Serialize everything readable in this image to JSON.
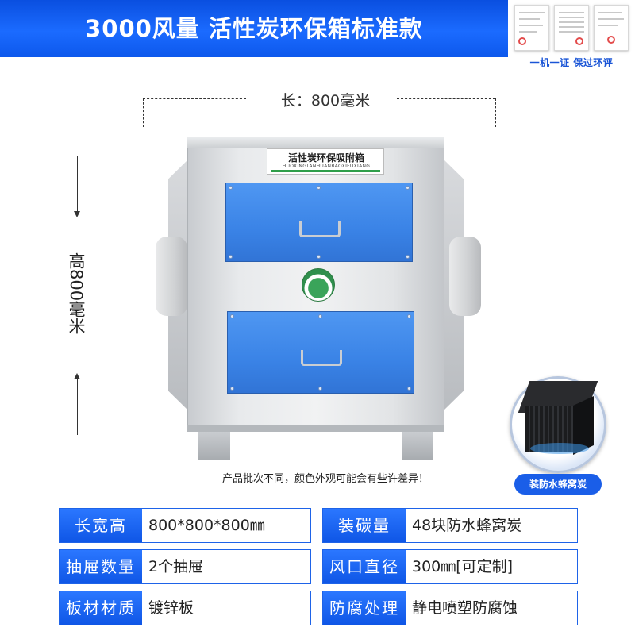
{
  "header": {
    "title": "3000风量 活性炭环保箱标准款",
    "cert_caption": "一机一证  保过环评",
    "colors": {
      "banner": "#1b6bff",
      "accent": "#1a5ee8"
    }
  },
  "dimensions": {
    "width_label": "长：800毫米",
    "height_label": "高800毫米"
  },
  "product": {
    "nameplate_title": "活性炭环保吸附箱",
    "nameplate_subtitle": "HUOXINGTANHUANBAOXIFUXIANG",
    "drawer_color": "#3a83e6"
  },
  "disclaimer": "产品批次不同，颜色外观可能会有些许差异！",
  "badge": {
    "label": "装防水蜂窝炭"
  },
  "specs": [
    {
      "key": "长宽高",
      "value": "800*800*800㎜"
    },
    {
      "key": "装碳量",
      "value": "48块防水蜂窝炭"
    },
    {
      "key": "抽屉数量",
      "value": "2个抽屉"
    },
    {
      "key": "风口直径",
      "value": "300㎜[可定制]"
    },
    {
      "key": "板材材质",
      "value": "镀锌板"
    },
    {
      "key": "防腐处理",
      "value": "静电喷塑防腐蚀"
    }
  ]
}
